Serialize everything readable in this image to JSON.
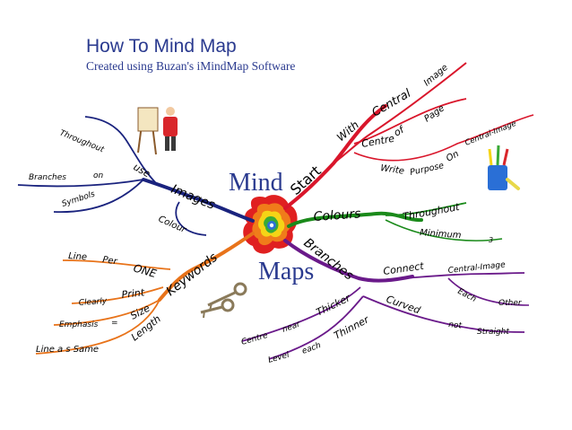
{
  "header": {
    "title": "How To Mind Map",
    "subtitle": "Created using Buzan's iMindMap Software"
  },
  "center": {
    "word1": "Mind",
    "word2": "Maps"
  },
  "branches": {
    "start": {
      "label": "Start",
      "color": "#d9162b",
      "with": "With",
      "central": "Central",
      "image": "Image",
      "centre": "Centre",
      "of": "of",
      "page": "Page",
      "write": "Write",
      "purpose": "Purpose",
      "on": "On",
      "central_image": "Central-Image"
    },
    "colours": {
      "label": "Colours",
      "color": "#1a8a1a",
      "throughout": "Throughout",
      "minimum": "Minimum",
      "three": "3"
    },
    "branches": {
      "label": "Branches",
      "color": "#6a1a8a",
      "connect": "Connect",
      "central_image": "Central-Image",
      "each": "Each",
      "other": "Other",
      "curved": "Curved",
      "not": "not",
      "straight": "Straight",
      "thicker": "Thicker",
      "near": "near",
      "centre": "Centre",
      "thinner": "Thinner",
      "each2": "each",
      "level": "Level"
    },
    "keywords": {
      "label": "Keywords",
      "color": "#e8731a",
      "one": "ONE",
      "per": "Per",
      "line": "Line",
      "print": "Print",
      "clearly": "Clearly",
      "size": "Size",
      "equals": "=",
      "emphasis": "Emphasis",
      "length": "Length",
      "line_as_same": "Line a s Same"
    },
    "images": {
      "label": "Images",
      "color": "#1a237e",
      "use": "use",
      "throughout": "Throughout",
      "on": "on",
      "branches": "Branches",
      "symbols": "Symbols",
      "colour": "Colour"
    }
  }
}
